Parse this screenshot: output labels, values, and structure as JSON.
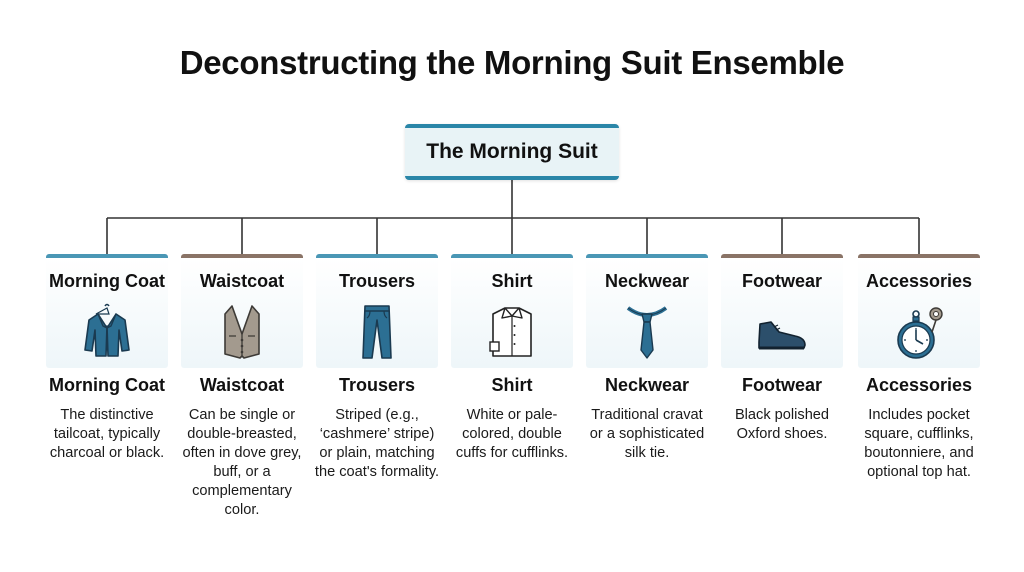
{
  "title": "Deconstructing the Morning Suit Ensemble",
  "root": "The Morning Suit",
  "items": [
    {
      "label": "Morning Coat",
      "icon": "morning-coat-icon",
      "description": "The distinctive tailcoat, typically charcoal or black."
    },
    {
      "label": "Waistcoat",
      "icon": "waistcoat-icon",
      "description": "Can be single or double-breasted, often in dove grey, buff, or a complementary color."
    },
    {
      "label": "Trousers",
      "icon": "trousers-icon",
      "description": "Striped (e.g., ‘cashmere’ stripe) or plain, matching the coat's formality."
    },
    {
      "label": "Shirt",
      "icon": "shirt-icon",
      "description": "White or pale-colored, double cuffs for cufflinks."
    },
    {
      "label": "Neckwear",
      "icon": "tie-icon",
      "description": "Traditional cravat or a sophisticated silk tie."
    },
    {
      "label": "Footwear",
      "icon": "oxford-shoe-icon",
      "description": "Black polished Oxford shoes."
    },
    {
      "label": "Accessories",
      "icon": "pocket-watch-icon",
      "description": "Includes pocket square, cufflinks, boutonniere, and optional top hat."
    }
  ],
  "colors": {
    "accent_blue": "#2a86a8",
    "accent_brown": "#8a7366",
    "icon_blue": "#2c6f93",
    "icon_grey": "#a39a8e"
  }
}
